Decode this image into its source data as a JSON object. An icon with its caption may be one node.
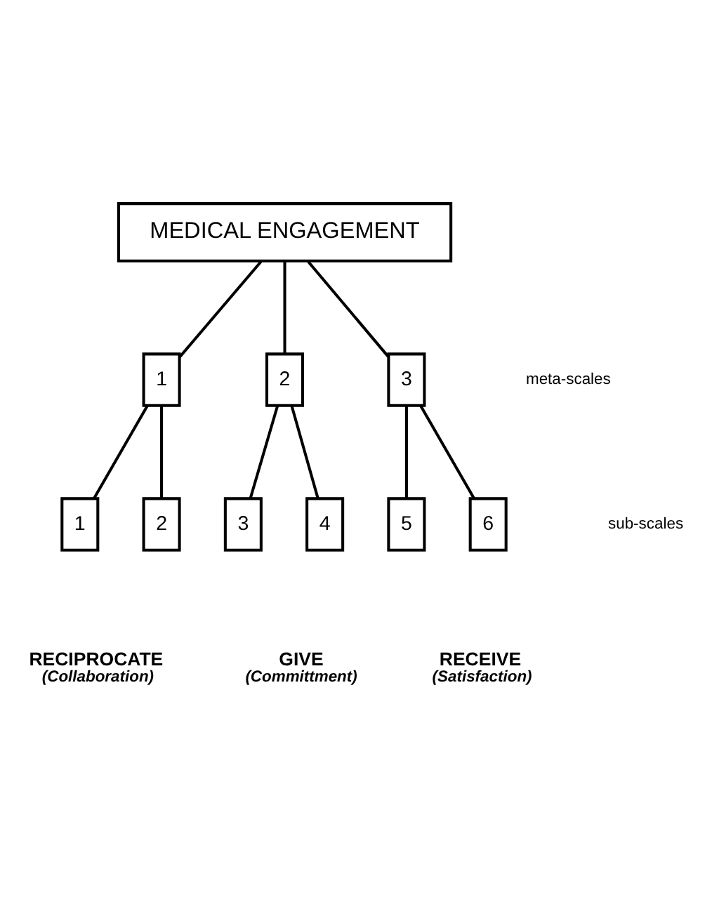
{
  "diagram": {
    "nodes": [
      {
        "text": [
          "MEDICAL ENGAGEMENT"
        ]
      },
      {
        "text": [
          "1"
        ]
      },
      {
        "text": [
          "2"
        ]
      },
      {
        "text": [
          "3"
        ]
      },
      {
        "text": [
          "1"
        ]
      },
      {
        "text": [
          "2"
        ]
      },
      {
        "text": [
          "3"
        ]
      },
      {
        "text": [
          "4"
        ]
      },
      {
        "text": [
          "5"
        ]
      },
      {
        "text": [
          "6"
        ]
      }
    ],
    "edges": [
      {
        "from": 0,
        "to": 1,
        "arrow": "none"
      },
      {
        "from": 0,
        "to": 2,
        "arrow": "none"
      },
      {
        "from": 0,
        "to": 3,
        "arrow": "none"
      },
      {
        "from": 1,
        "to": 4,
        "arrow": "none"
      },
      {
        "from": 1,
        "to": 5,
        "arrow": "none"
      },
      {
        "from": 2,
        "to": 6,
        "arrow": "none"
      },
      {
        "from": 2,
        "to": 7,
        "arrow": "none"
      },
      {
        "from": 3,
        "to": 8,
        "arrow": "none"
      },
      {
        "from": 3,
        "to": 9,
        "arrow": "none"
      }
    ],
    "labels": [
      "meta-scales",
      "sub-scales",
      "RECIPROCATE",
      "(Collaboration)",
      "GIVE",
      "(Committment)",
      "RECEIVE",
      "(Satisfaction)"
    ]
  }
}
